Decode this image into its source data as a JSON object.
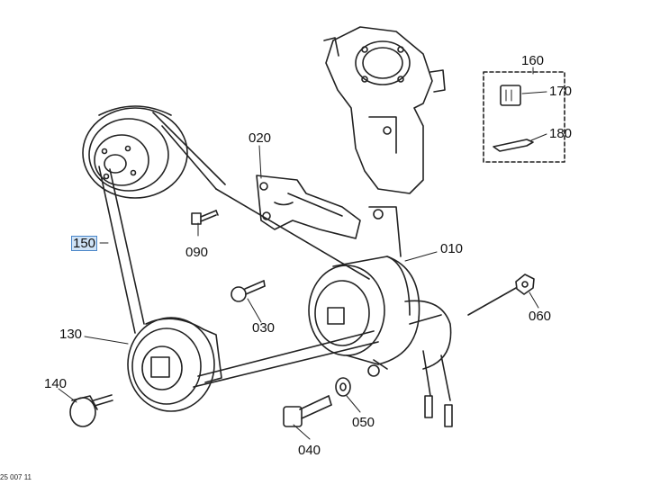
{
  "callouts": {
    "p010": "010",
    "p020": "020",
    "p030": "030",
    "p040": "040",
    "p050": "050",
    "p060": "060",
    "p090": "090",
    "p130": "130",
    "p140": "140",
    "p150": "150",
    "p160": "160",
    "p170": "170",
    "p180": "180"
  },
  "figure_code": "25 007 11"
}
